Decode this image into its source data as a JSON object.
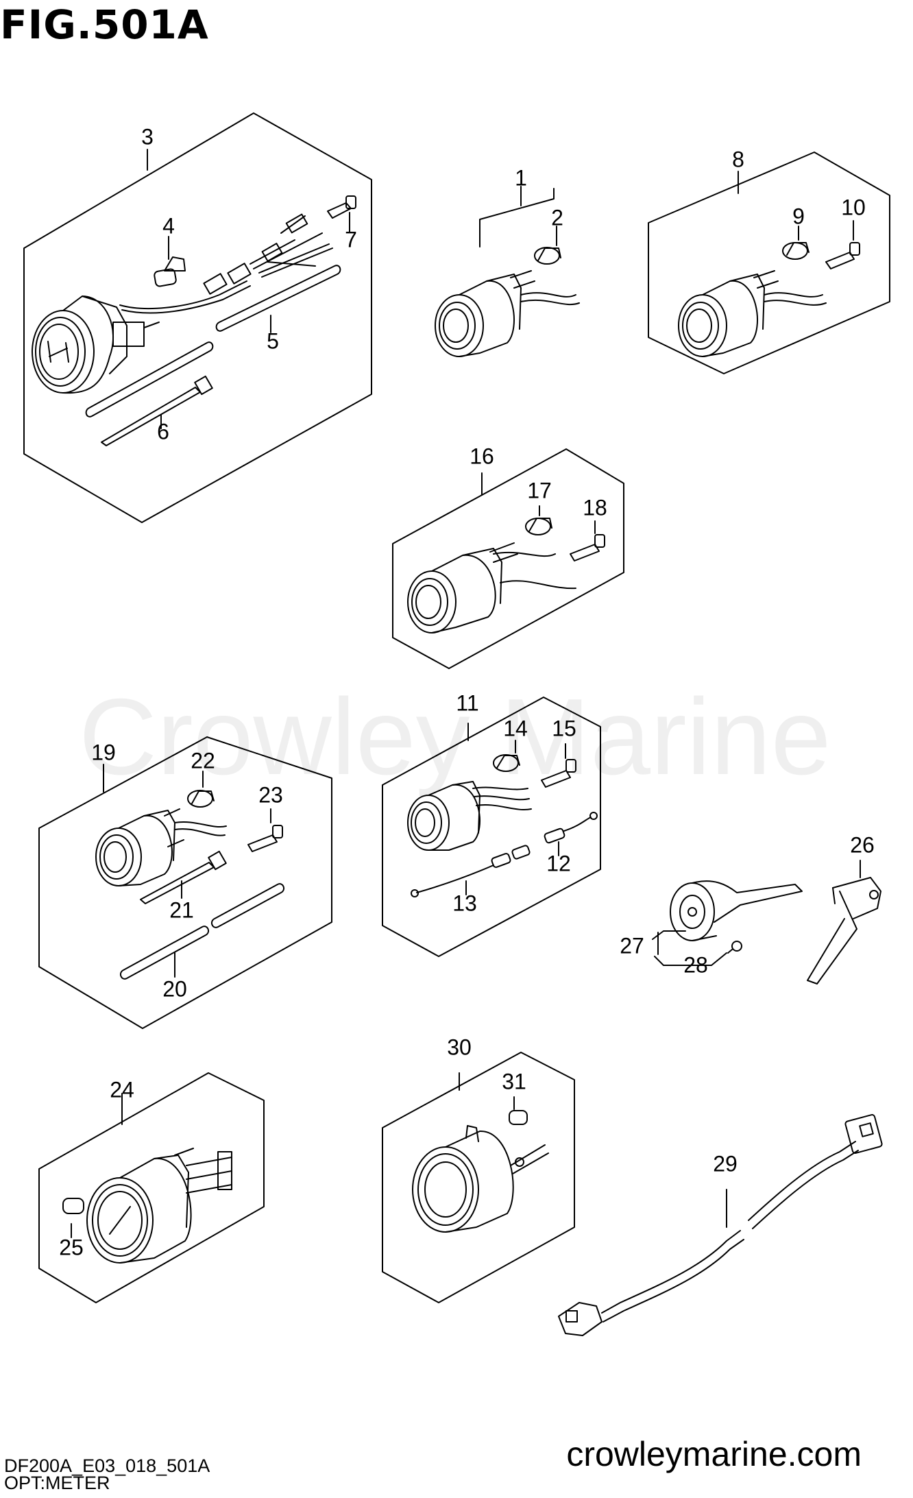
{
  "figure": {
    "title": "FIG.501A",
    "watermark": "Crowley Marine",
    "code": "DF200A_E03_018_501A",
    "caption": "OPT:METER",
    "website": "crowleymarine.com"
  },
  "callouts": {
    "p1": "1",
    "p2": "2",
    "p3": "3",
    "p4": "4",
    "p5": "5",
    "p6": "6",
    "p7": "7",
    "p8": "8",
    "p9": "9",
    "p10": "10",
    "p11": "11",
    "p12": "12",
    "p13": "13",
    "p14": "14",
    "p15": "15",
    "p16": "16",
    "p17": "17",
    "p18": "18",
    "p19": "19",
    "p20": "20",
    "p21": "21",
    "p22": "22",
    "p23": "23",
    "p24": "24",
    "p25": "25",
    "p26": "26",
    "p27": "27",
    "p28": "28",
    "p29": "29",
    "p30": "30",
    "p31": "31"
  },
  "colors": {
    "line": "#000000",
    "background": "#ffffff"
  }
}
